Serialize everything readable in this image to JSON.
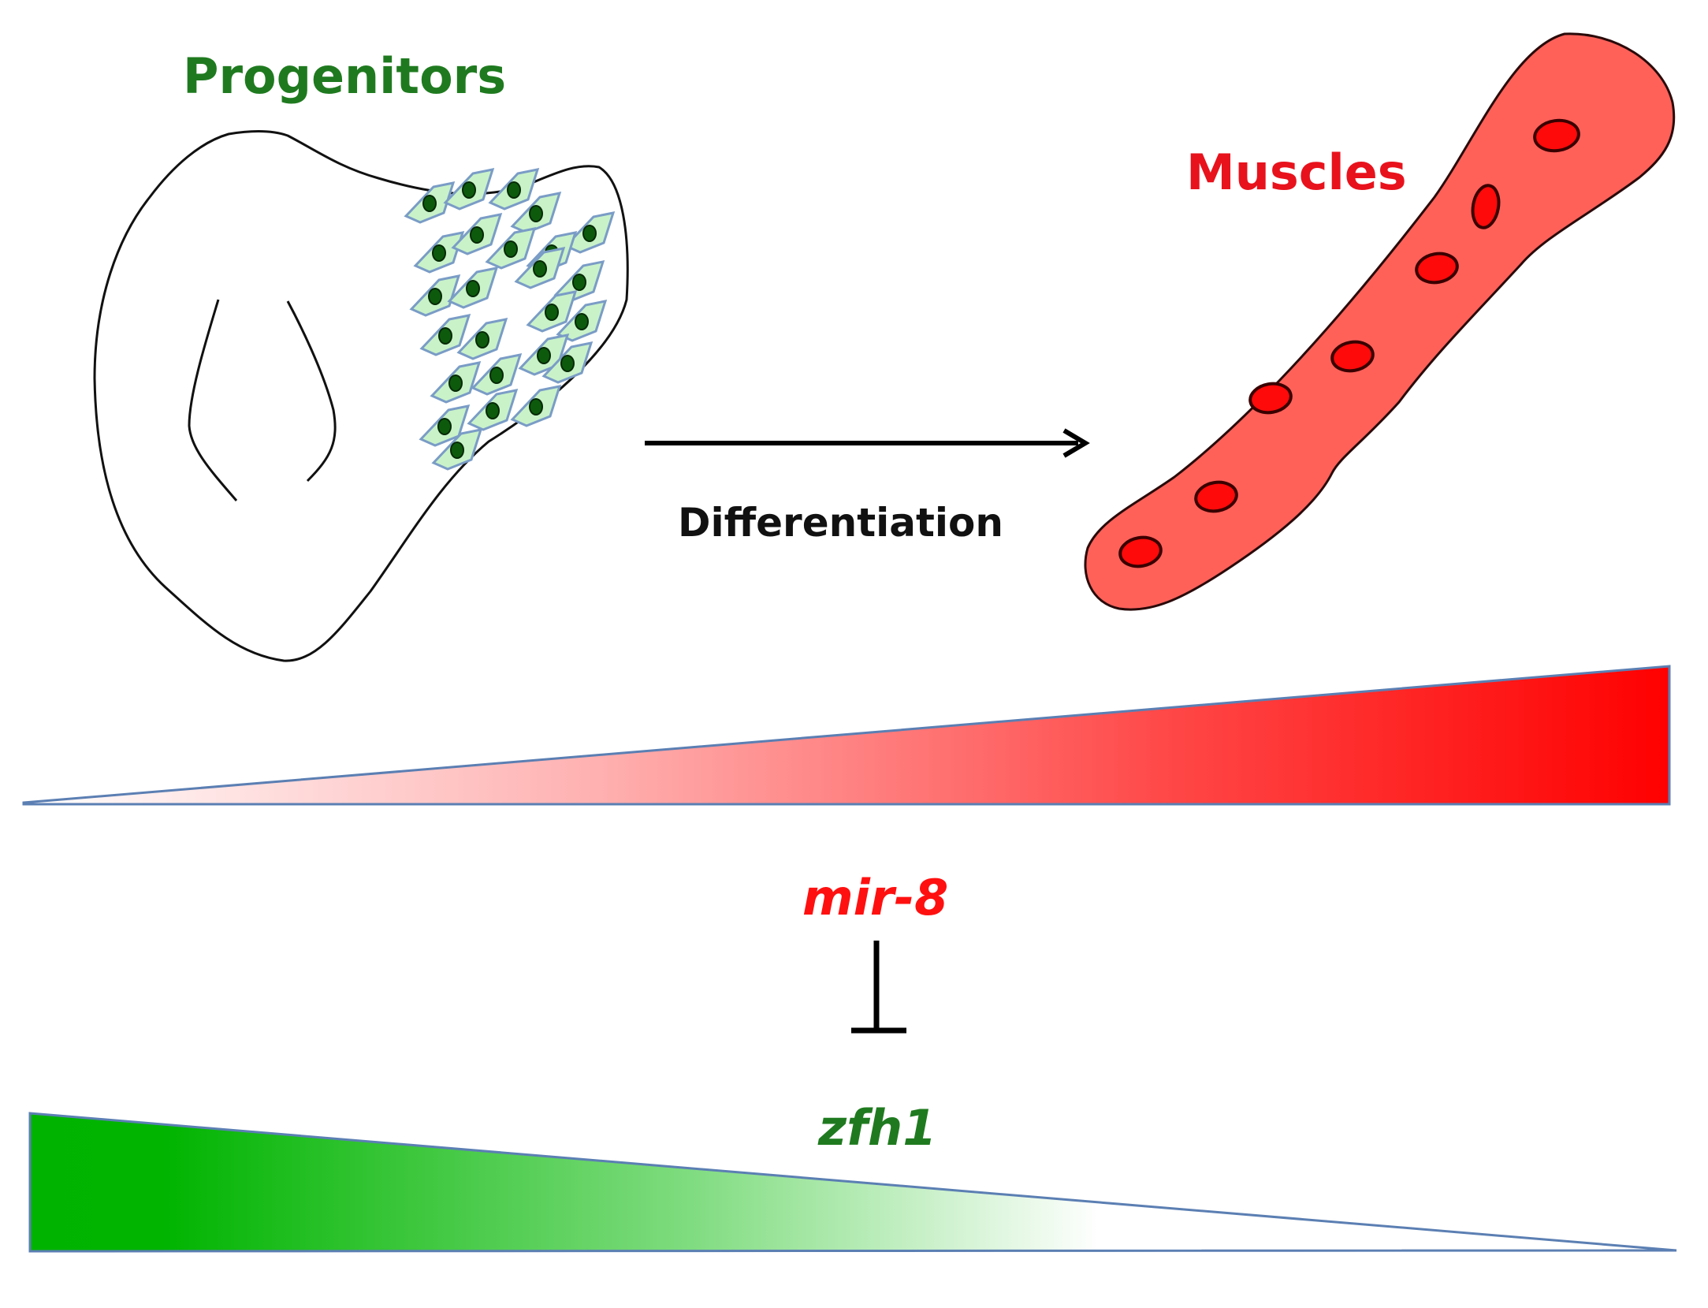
{
  "labels": {
    "progenitors": "Progenitors",
    "muscles": "Muscles",
    "differentiation": "Differentiation",
    "mir8": "mir-8",
    "zfh1": "zfh1"
  },
  "colors": {
    "progenitor_label": "#1f7a1f",
    "muscle_label": "#e8121c",
    "muscle_fill": "#ff6159",
    "nucleus_fill": "#ff0a0a",
    "cell_fill": "#c9f2c9",
    "cell_stroke": "#7a9cc6",
    "cell_nucleus": "#0d5a0d",
    "mir8_gradient_end": "#ff0000",
    "zfh1_gradient_start": "#00b300",
    "triangle_edge": "#5b7fb3",
    "text_dark": "#111111"
  },
  "gradients": {
    "mir8": {
      "direction": "increasing left-to-right",
      "meaning": "mir-8 expression rises with differentiation"
    },
    "zfh1": {
      "direction": "decreasing left-to-right",
      "meaning": "zfh1 expression falls with differentiation"
    }
  },
  "relationships": [
    {
      "from": "Progenitors",
      "to": "Muscles",
      "type": "arrow",
      "label": "Differentiation"
    },
    {
      "from": "mir-8",
      "to": "zfh1",
      "type": "inhibition"
    }
  ]
}
